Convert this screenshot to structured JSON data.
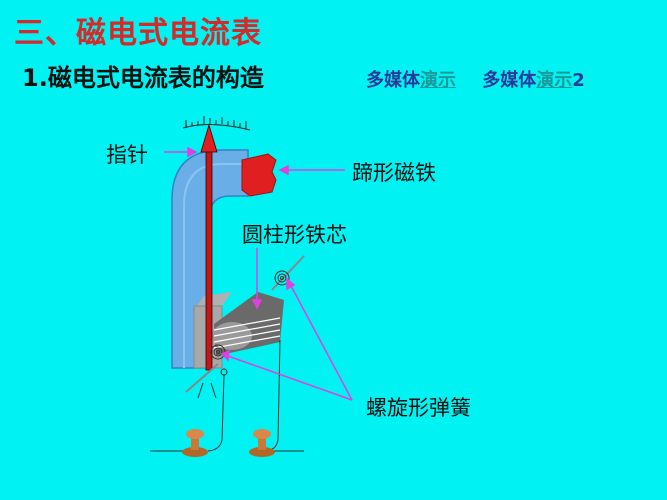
{
  "header": {
    "title": "三、磁电式电流表",
    "subtitle": "1.磁电式电流表的构造"
  },
  "links": [
    {
      "prefix": "多媒体",
      "link": "演示",
      "suffix": ""
    },
    {
      "prefix": "多媒体",
      "link": "演示",
      "suffix": "2"
    }
  ],
  "diagram": {
    "labels": {
      "pointer": "指针",
      "horseshoe_magnet": "蹄形磁铁",
      "cylindrical_core": "圆柱形铁芯",
      "spiral_spring": "螺旋形弹簧"
    },
    "colors": {
      "background": "#00f2f2",
      "magnet": "#6aaee8",
      "pole": "#e02020",
      "pointer": "#c01818",
      "arrow": "#e040e0",
      "core": "#808080",
      "terminal": "#c87838"
    }
  }
}
